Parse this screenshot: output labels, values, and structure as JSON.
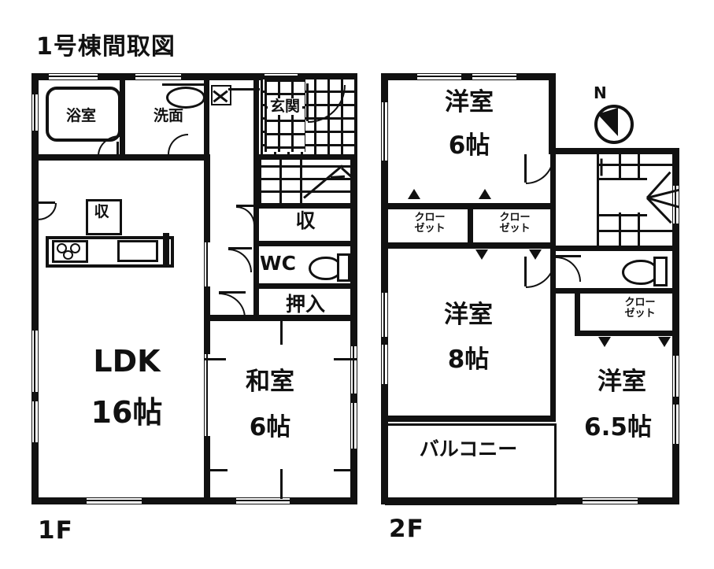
{
  "title": "1号棟間取図",
  "floors": {
    "first": {
      "caption": "1F"
    },
    "second": {
      "caption": "2F"
    }
  },
  "compass": {
    "label": "N",
    "icon": "compass-north-icon"
  },
  "floor1": {
    "rooms": [
      {
        "key": "bath",
        "name": "浴室",
        "size": "",
        "icon": "bathtub-icon"
      },
      {
        "key": "washroom",
        "name": "洗面",
        "size": "",
        "icon": "washbasin-icon"
      },
      {
        "key": "entrance",
        "name": "玄関",
        "size": "",
        "icon": "entrance-tile-icon"
      },
      {
        "key": "ldk",
        "name": "LDK",
        "size": "16帖",
        "icon": "kitchen-icon"
      },
      {
        "key": "washitsu",
        "name": "和室",
        "size": "6帖",
        "icon": "tatami-icon"
      }
    ],
    "storages": [
      {
        "key": "ldk-storage",
        "name": "収"
      },
      {
        "key": "hall-storage",
        "name": "収"
      },
      {
        "key": "oshiire",
        "name": "押入"
      }
    ],
    "toilet": {
      "name": "WC",
      "icon": "toilet-icon"
    },
    "stairs": {
      "name": "stairs-up-icon"
    }
  },
  "floor2": {
    "rooms": [
      {
        "key": "yoshitsu-6",
        "name": "洋室",
        "size": "6帖"
      },
      {
        "key": "yoshitsu-8",
        "name": "洋室",
        "size": "8帖"
      },
      {
        "key": "yoshitsu-65",
        "name": "洋室",
        "size": "6.5帖"
      }
    ],
    "closets": [
      {
        "key": "closet-a",
        "line1": "クロー",
        "line2": "ゼット"
      },
      {
        "key": "closet-b",
        "line1": "クロー",
        "line2": "ゼット"
      },
      {
        "key": "closet-c",
        "line1": "クロー",
        "line2": "ゼット"
      }
    ],
    "balcony": {
      "name": "バルコニー"
    },
    "toilet": {
      "icon": "toilet-icon"
    },
    "stairs": {
      "name": "stairs-down-icon"
    }
  },
  "colors": {
    "wall": "#111111",
    "background": "#ffffff",
    "text": "#111111"
  }
}
